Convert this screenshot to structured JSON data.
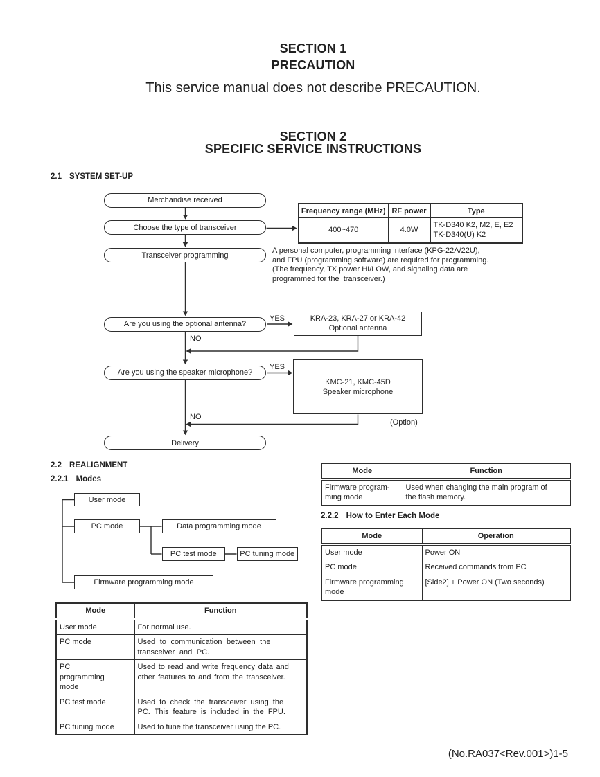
{
  "header": {
    "section1_title": "SECTION 1",
    "section1_subtitle": "PRECAUTION",
    "section1_body": "This service manual does not describe PRECAUTION.",
    "section2_title": "SECTION 2",
    "section2_subtitle": "SPECIFIC SERVICE INSTRUCTIONS"
  },
  "headings": {
    "h21": {
      "num": "2.1",
      "text": "SYSTEM SET-UP"
    },
    "h22": {
      "num": "2.2",
      "text": "REALIGNMENT"
    },
    "h221": {
      "num": "2.2.1",
      "text": "Modes"
    },
    "h222": {
      "num": "2.2.2",
      "text": "How to Enter Each Mode"
    }
  },
  "flowchart": {
    "nodes": {
      "merchandise": "Merchandise received",
      "choose": "Choose the type of transceiver",
      "programming": "Transceiver programming",
      "antenna_q": "Are you using the optional antenna?",
      "mic_q": "Are you using the speaker microphone?",
      "delivery": "Delivery"
    },
    "labels": {
      "yes1": "YES",
      "no1": "NO",
      "yes2": "YES",
      "no2": "NO",
      "option": "(Option)"
    },
    "antenna_box": "KRA-23, KRA-27 or KRA-42\nOptional antenna",
    "mic_box": "KMC-21, KMC-45D\nSpeaker microphone",
    "note": "A personal computer, programming interface (KPG-22A/22U),\nand FPU (programming software) are required for programming.\n(The frequency, TX power HI/LOW, and signaling data are\nprogrammed for the  transceiver.)"
  },
  "freq_table": {
    "headers": [
      "Frequency range (MHz)",
      "RF power",
      "Type"
    ],
    "rows": [
      [
        "400~470",
        "4.0W",
        "TK-D340 K2, M2, E, E2\nTK-D340(U) K2"
      ]
    ]
  },
  "modes_tree": {
    "user": "User mode",
    "pc": "PC mode",
    "data": "Data programming mode",
    "test": "PC test mode",
    "tuning": "PC tuning mode",
    "firmware": "Firmware programming mode"
  },
  "firmware_table": {
    "headers": [
      "Mode",
      "Function"
    ],
    "rows": [
      [
        "Firmware program-\nming mode",
        "Used when changing the main program of\nthe flash memory."
      ]
    ]
  },
  "enter_table": {
    "headers": [
      "Mode",
      "Operation"
    ],
    "rows": [
      [
        "User mode",
        "Power ON"
      ],
      [
        "PC mode",
        "Received commands from PC"
      ],
      [
        "Firmware programming\nmode",
        "[Side2] + Power ON (Two seconds)"
      ]
    ]
  },
  "modes_table": {
    "headers": [
      "Mode",
      "Function"
    ],
    "rows": [
      [
        "User mode",
        "For normal use."
      ],
      [
        "PC mode",
        "Used to communication between the\ntransceiver and PC."
      ],
      [
        "PC programming\nmode",
        "Used to read and write frequency data and\nother features to and from the transceiver."
      ],
      [
        "PC test mode",
        "Used to check the transceiver using the\nPC. This feature is included in the FPU."
      ],
      [
        "PC tuning mode",
        "Used to tune the transceiver using the PC."
      ]
    ]
  },
  "footer": {
    "text": "(No.RA037<Rev.001>)1-5"
  }
}
